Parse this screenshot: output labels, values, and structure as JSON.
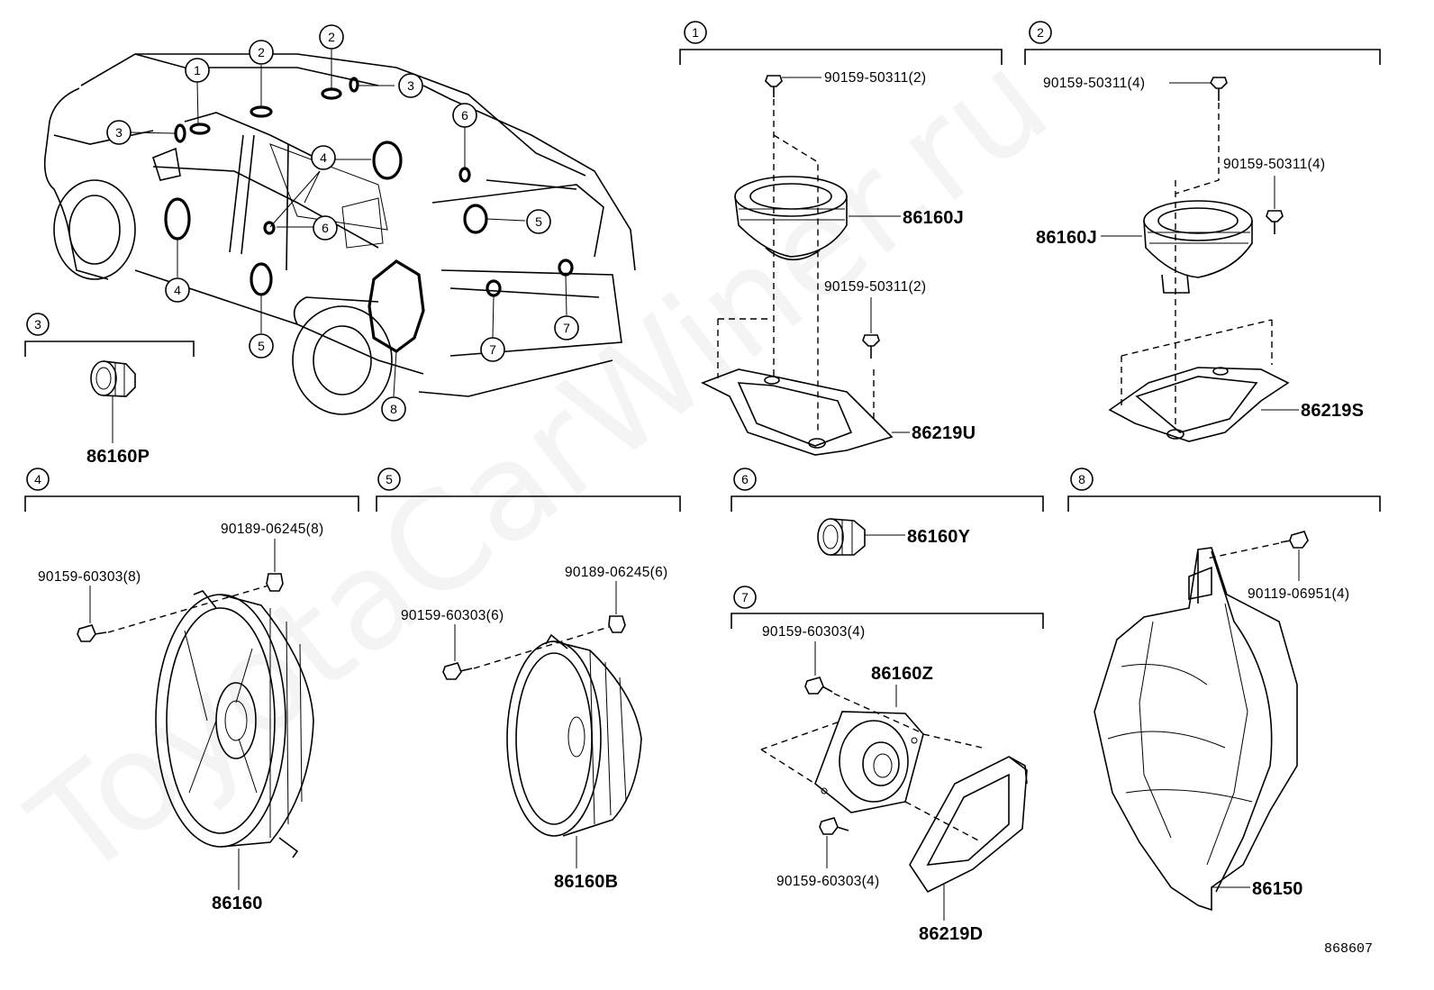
{
  "watermark": "ToyotaCarWiner.ru",
  "diagram_ref": "868607",
  "callouts": [
    "1",
    "2",
    "3",
    "4",
    "5",
    "6",
    "7",
    "8"
  ],
  "sections": {
    "s1": {
      "number": "1",
      "bolt_top": "90159-50311(2)",
      "speaker": "86160J",
      "bolt_side": "90159-50311(2)",
      "bracket": "86219U"
    },
    "s2": {
      "number": "2",
      "bolt_top": "90159-50311(4)",
      "bolt_side": "90159-50311(4)",
      "speaker": "86160J",
      "bracket": "86219S"
    },
    "s3": {
      "number": "3",
      "tweeter": "86160P"
    },
    "s4": {
      "number": "4",
      "clip": "90189-06245(8)",
      "screw": "90159-60303(8)",
      "speaker": "86160"
    },
    "s5": {
      "number": "5",
      "clip": "90189-06245(6)",
      "screw": "90159-60303(6)",
      "speaker": "86160B"
    },
    "s6": {
      "number": "6",
      "tweeter": "86160Y"
    },
    "s7": {
      "number": "7",
      "screw_top": "90159-60303(4)",
      "speaker": "86160Z",
      "screw_bottom": "90159-60303(4)",
      "bracket": "86219D"
    },
    "s8": {
      "number": "8",
      "bolt": "90119-06951(4)",
      "woofer": "86150"
    }
  },
  "icons": [
    "vehicle-outline",
    "speaker-location-ring",
    "screw",
    "bolt",
    "clip",
    "speaker",
    "tweeter",
    "bracket",
    "subwoofer"
  ]
}
